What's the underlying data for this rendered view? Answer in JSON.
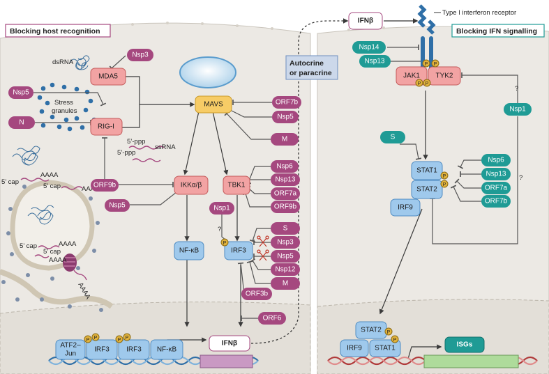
{
  "titles": {
    "left": "Blocking host recognition",
    "right": "Blocking IFN signalling",
    "middle_line1": "Autocrine",
    "middle_line2": "or paracrine",
    "receptor": "Type I interferon receptor"
  },
  "labels": {
    "dsrna": "dsRNA",
    "stress1": "Stress",
    "stress2": "granules",
    "ppp1": "5’-ppp",
    "ppp2": "5’-ppp",
    "ssrna": "ssRNA",
    "cap1": "5’ cap",
    "aaaa1": "AAAA",
    "cap2": "5’ cap",
    "aaaa2": "AAAA",
    "cap3": "5’ cap",
    "aaaa3": "AAAA",
    "cap4": "5’ cap",
    "aaaa4": "AAAA",
    "aaaa5": "AAAA",
    "q1": "?",
    "q2": "?",
    "q3": "?",
    "p": "P"
  },
  "host": {
    "mda5": "MDA5",
    "rigi": "RIG-I",
    "mavs": "MAVS",
    "ikk": "IKKα/β",
    "tbk1": "TBK1",
    "nfkb": "NF-κB",
    "irf3": "IRF3",
    "atf2": "ATF2–",
    "jun": "Jun",
    "irf3a": "IRF3",
    "irf3b": "IRF3",
    "nfkb2": "NF-κB",
    "ifnb_gene": "IFNβ",
    "ifnb_top": "IFNβ",
    "jak1": "JAK1",
    "tyk2": "TYK2",
    "stat1": "STAT1",
    "stat2": "STAT2",
    "irf9": "IRF9",
    "stat2n": "STAT2",
    "irf9n": "IRF9",
    "stat1n": "STAT1",
    "isgs": "ISGs"
  },
  "viral": {
    "nsp3a": "Nsp3",
    "nsp5a": "Nsp5",
    "n": "N",
    "orf9b_a": "ORF9b",
    "nsp5b": "Nsp5",
    "orf7b_a": "ORF7b",
    "nsp5c": "Nsp5",
    "m_a": "M",
    "nsp6a": "Nsp6",
    "nsp13a": "Nsp13",
    "orf7a_a": "ORF7a",
    "orf9b_b": "ORF9b",
    "nsp1a": "Nsp1",
    "s_a": "S",
    "nsp3b": "Nsp3",
    "nsp5d": "Nsp5",
    "nsp12": "Nsp12",
    "m_b": "M",
    "orf3b": "ORF3b",
    "orf6": "ORF6",
    "nsp14": "Nsp14",
    "nsp13b": "Nsp13",
    "nsp1b": "Nsp1",
    "s_b": "S",
    "nsp6b": "Nsp6",
    "nsp13c": "Nsp13",
    "orf7a_b": "ORF7a",
    "orf7b_b": "ORF7b"
  },
  "colors": {
    "viral_purple": "#a5487f",
    "viral_teal": "#1f9b95",
    "host_red": "#f2a3a3",
    "host_blue": "#9fc9ec",
    "mavs_yellow": "#f7cc66",
    "phospho": "#e2b33c",
    "cell_fill": "#ece9e4",
    "nucleus_fill": "#e3dfd8"
  }
}
